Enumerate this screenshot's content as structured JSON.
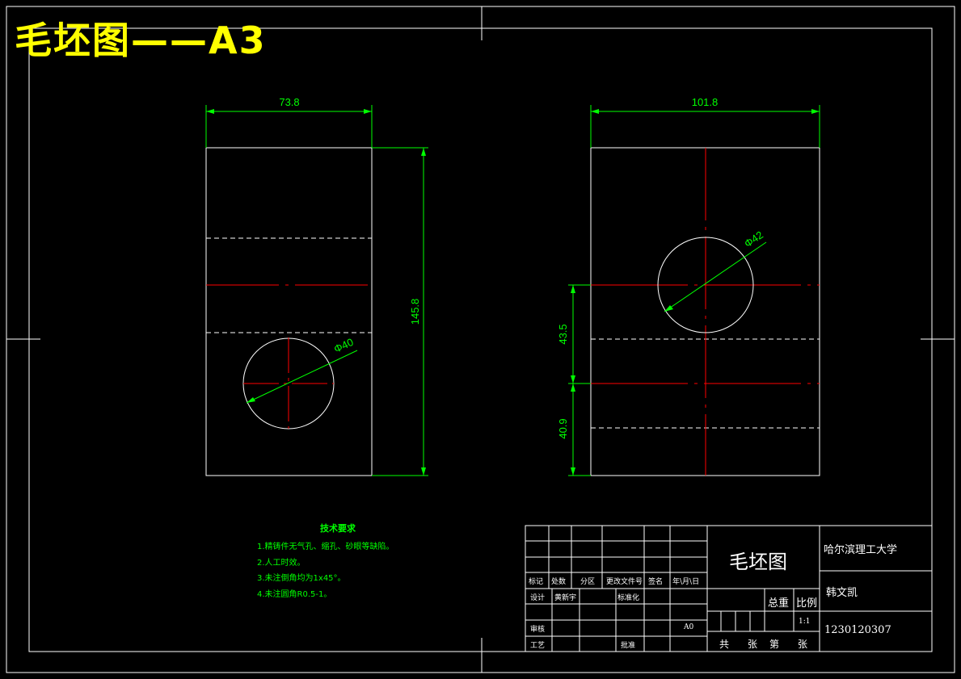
{
  "page_title": "毛坯图——A3",
  "dimensions": {
    "left_width": "73.8",
    "left_height": "145.8",
    "left_hole": "Φ40",
    "right_width": "101.8",
    "right_hole": "Φ42",
    "right_upper": "43.5",
    "right_lower": "40.9"
  },
  "tech_requirements": {
    "title": "技术要求",
    "items": [
      "1.精铸件无气孔、缩孔、砂眼等缺陷。",
      "2.人工时效。",
      "3.未注倒角均为1x45°。",
      "4.未注圆角R0.5-1。"
    ]
  },
  "title_block": {
    "headers": [
      "标记",
      "处数",
      "分区",
      "更改文件号",
      "签名",
      "年\\月\\日"
    ],
    "design_label": "设计",
    "designer": "黄新宇",
    "standardization": "标准化",
    "review": "审核",
    "process": "工艺",
    "approve": "批准",
    "stage": "A0",
    "drawing_name": "毛坯图",
    "school": "哈尔滨理工大学",
    "author": "韩文凯",
    "student_id": "1230120307",
    "weight_label": "总重",
    "scale_label": "比例",
    "scale_value": "1:1",
    "sheets": [
      "共",
      "张",
      "第",
      "张"
    ]
  },
  "colors": {
    "outline": "#ffffff",
    "center_line": "#ff0000",
    "dimension": "#00ff00",
    "title": "#ffff00"
  }
}
